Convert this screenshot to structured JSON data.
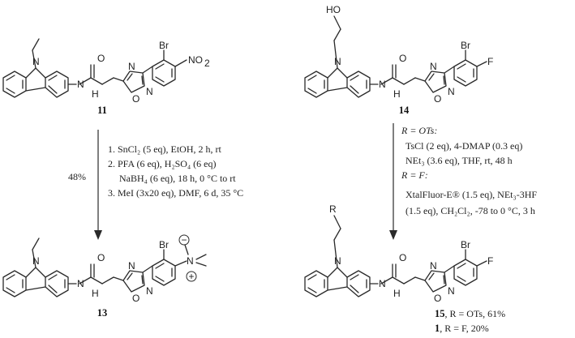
{
  "compounds": {
    "c11": {
      "label": "11"
    },
    "c14": {
      "label": "14"
    },
    "c13": {
      "label": "13"
    },
    "c15": {
      "label": "15",
      "desc": ", R = OTs, 61%"
    },
    "c1": {
      "label": "1",
      "desc": ",   R = F, 20%"
    }
  },
  "atoms": {
    "N": "N",
    "NH": "N",
    "H": "H",
    "O": "O",
    "Br": "Br",
    "NO2": "NO",
    "NO2_sub": "2",
    "F": "F",
    "OH": "HO",
    "R": "R",
    "Nplus": "N",
    "plus": "+",
    "minus": "−"
  },
  "left_step": {
    "yield": "48%",
    "lines": [
      "1. SnCl₂ (5 eq), EtOH, 2 h, rt",
      "2. PFA (6 eq), H₂SO₄ (6 eq)",
      "NaBH₄ (6 eq), 18 h, 0 °C to rt",
      "3. MeI (3x20 eq), DMF, 6 d, 35 °C"
    ]
  },
  "right_step": {
    "r_ots": "R = OTs:",
    "ots_lines": [
      "TsCl (2 eq), 4-DMAP (0.3 eq)",
      "NEt₃ (3.6 eq), THF, rt, 48 h"
    ],
    "r_f": "R = F:",
    "f_lines": [
      "XtalFluor-E® (1.5 eq), NEt₃-3HF",
      "(1.5 eq), CH₂Cl₂, -78 to 0 °C, 3 h"
    ]
  }
}
